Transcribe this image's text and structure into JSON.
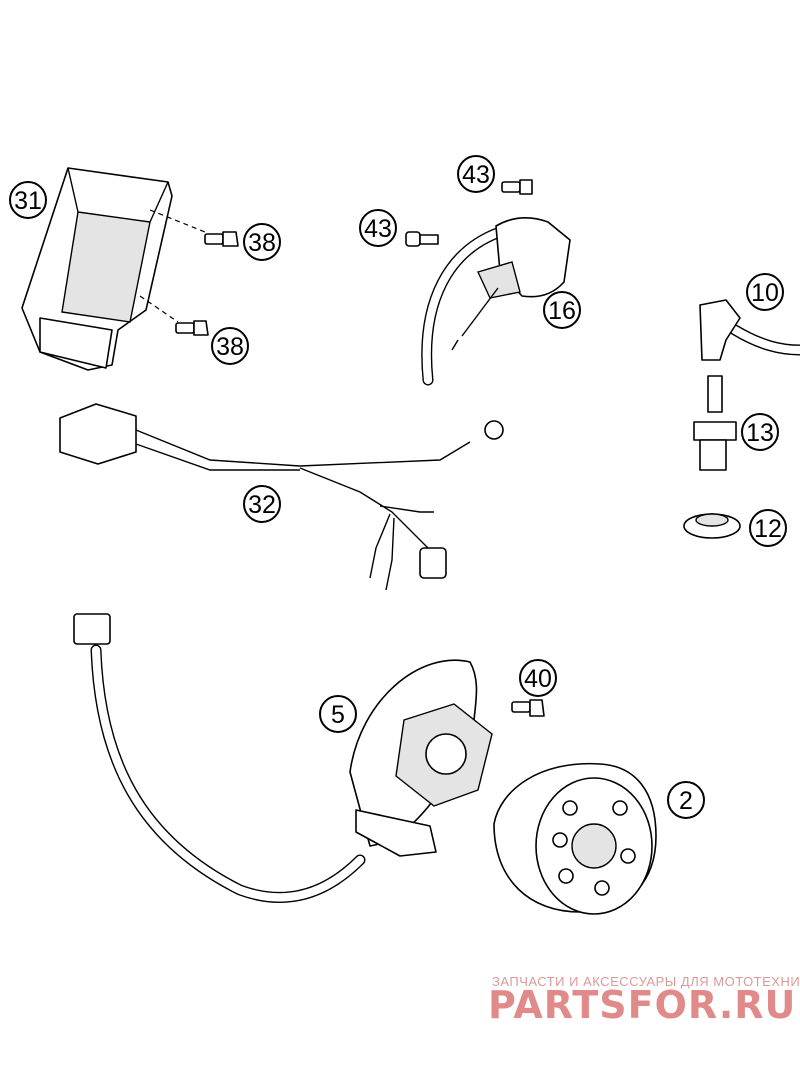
{
  "callouts": {
    "c31": "31",
    "c38a": "38",
    "c38b": "38",
    "c43a": "43",
    "c43b": "43",
    "c16": "16",
    "c10": "10",
    "c13": "13",
    "c12": "12",
    "c32": "32",
    "c40": "40",
    "c5": "5",
    "c2": "2"
  },
  "watermark": {
    "tagline": "ЗАПЧАСТИ И АКСЕССУАРЫ ДЛЯ МОТОТЕХНИКИ",
    "brand": "PARTSFOR.RU",
    "color": "#e08a8a"
  }
}
